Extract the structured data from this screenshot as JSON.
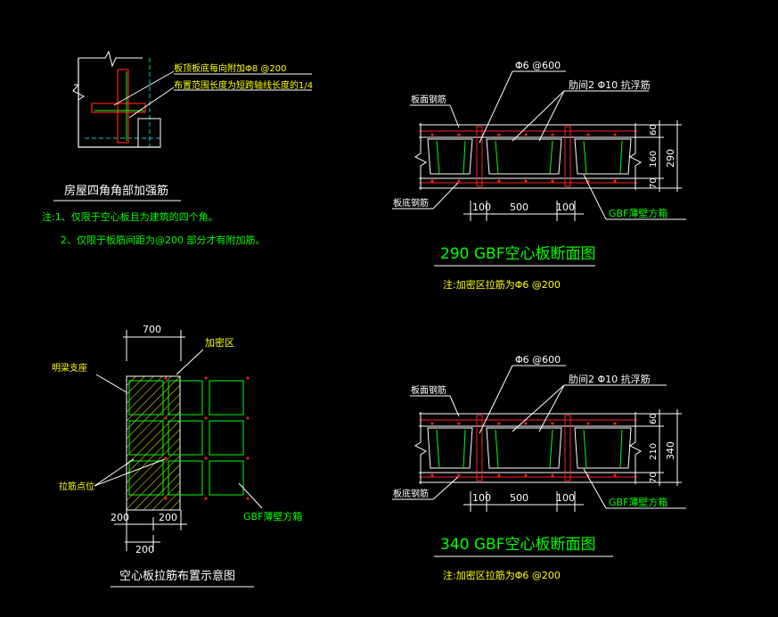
{
  "colors": {
    "background": "#000000",
    "white": "#ffffff",
    "green": "#00ff00",
    "yellow": "#ffff00",
    "red": "#ff2020",
    "cyan": "#00cccc",
    "darkred": "#b02020"
  },
  "corner_detail": {
    "note1": "板顶板底每向附加Φ8 @200",
    "note2": "布置范围长度为短跨轴线长度的1/4",
    "title": "房屋四角角部加强筋",
    "remark1": "注:1、仅限于空心板且为建筑的四个角。",
    "remark2": "2、仅限于板筋间距为@200 部分才有附加筋。"
  },
  "section_290": {
    "top_bar_label": "Φ6 @600",
    "rib_label": "肋间2 Φ10 抗浮筋",
    "top_steel_label": "板面钢筋",
    "bottom_steel_label": "板底钢筋",
    "box_label": "GBF薄壁方箱",
    "dims_horizontal": [
      "100",
      "500",
      "100"
    ],
    "dims_vertical": [
      "60",
      "160",
      "70"
    ],
    "dim_total": "290",
    "title": "290 GBF空心板断面图",
    "note": "注:加密区拉筋为Φ6 @200"
  },
  "section_340": {
    "top_bar_label": "Φ6 @600",
    "rib_label": "肋间2 Φ10 抗浮筋",
    "top_steel_label": "板面钢筋",
    "bottom_steel_label": "板底钢筋",
    "box_label": "GBF薄壁方箱",
    "dims_horizontal": [
      "100",
      "500",
      "100"
    ],
    "dims_vertical": [
      "60",
      "210",
      "70"
    ],
    "dim_total": "340",
    "title": "340 GBF空心板断面图",
    "note": "注:加密区拉筋为Φ6 @200"
  },
  "layout_plan": {
    "dim_top": "700",
    "dense_zone_label": "加密区",
    "beam_label": "明梁支座",
    "tie_label": "拉筋点位",
    "box_label": "GBF薄壁方箱",
    "dim_left": "200",
    "dim_right": "200",
    "dim_bottom": "200",
    "title": "空心板拉筋布置示意图"
  }
}
